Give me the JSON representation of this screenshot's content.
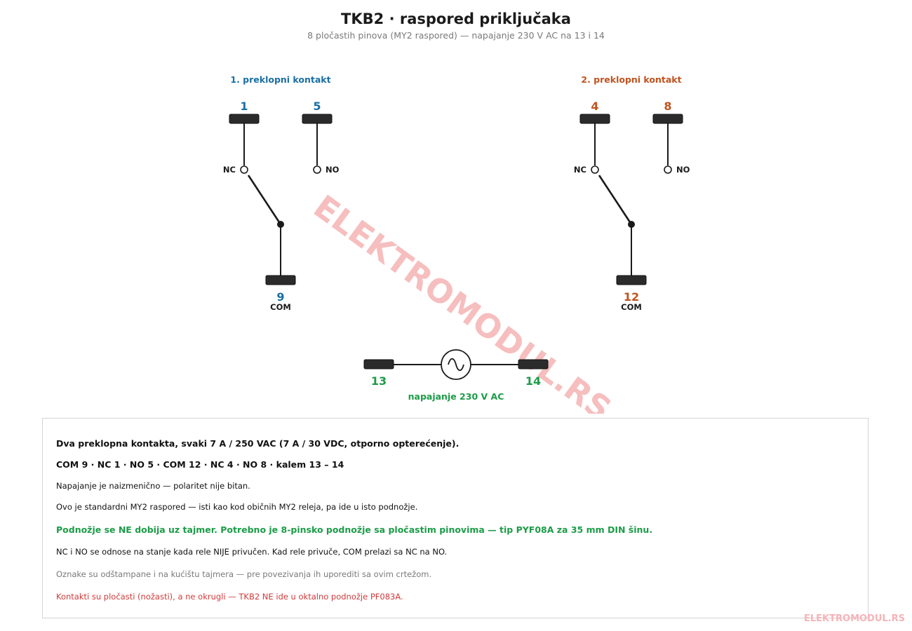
{
  "title": "TKB2  ·  raspored priključaka",
  "subtitle": "8 pločastih pinova (MY2 raspored) — napajanje 230 V AC na 13 i 14",
  "colors": {
    "contact1": "#1a6fa3",
    "contact2": "#c0531f",
    "supply": "#1c9c48",
    "warning": "#d23a3a",
    "muted": "#777777",
    "watermark": "#f4a9a9"
  },
  "contact1": {
    "heading": "1. preklopni kontakt",
    "nc_pin": "1",
    "no_pin": "5",
    "com_pin": "9",
    "nc_label": "NC",
    "no_label": "NO",
    "com_label": "COM"
  },
  "contact2": {
    "heading": "2. preklopni kontakt",
    "nc_pin": "4",
    "no_pin": "8",
    "com_pin": "12",
    "nc_label": "NC",
    "no_label": "NO",
    "com_label": "COM"
  },
  "supply": {
    "pin_a": "13",
    "pin_b": "14",
    "label": "napajanje  230 V AC",
    "source_icon": "ac-source-icon"
  },
  "watermark": "ELEKTROMODUL.RS",
  "notes": [
    {
      "text": "Dva preklopna kontakta, svaki 7 A / 250 VAC (7 A / 30 VDC, otporno opterećenje).",
      "style": "bold"
    },
    {
      "text": "COM 9 · NC 1 · NO 5     ·     COM 12 · NC 4 · NO 8     ·     kalem 13 – 14",
      "style": "bold"
    },
    {
      "text": "Napajanje je naizmenično — polaritet nije bitan.",
      "style": "normal"
    },
    {
      "text": "Ovo je standardni MY2 raspored — isti kao kod običnih MY2 releja, pa ide u isto podnožje.",
      "style": "normal"
    },
    {
      "text": "Podnožje se NE dobija uz tajmer. Potrebno je 8-pinsko podnožje sa pločastim pinovima — tip PYF08A za 35 mm DIN šinu.",
      "style": "green"
    },
    {
      "text": "NC i NO se odnose na stanje kada rele NIJE privučen. Kad rele privuče, COM prelazi sa NC na NO.",
      "style": "normal"
    },
    {
      "text": "Oznake su odštampane i na kućištu tajmera — pre povezivanja ih uporediti sa ovim crtežom.",
      "style": "muted"
    },
    {
      "text": "Kontakti su pločasti (nožasti), a ne okrugli — TKB2 NE ide u oktalno podnožje PF083A.",
      "style": "warning"
    }
  ],
  "footer_brand": "ELEKTROMODUL.RS"
}
